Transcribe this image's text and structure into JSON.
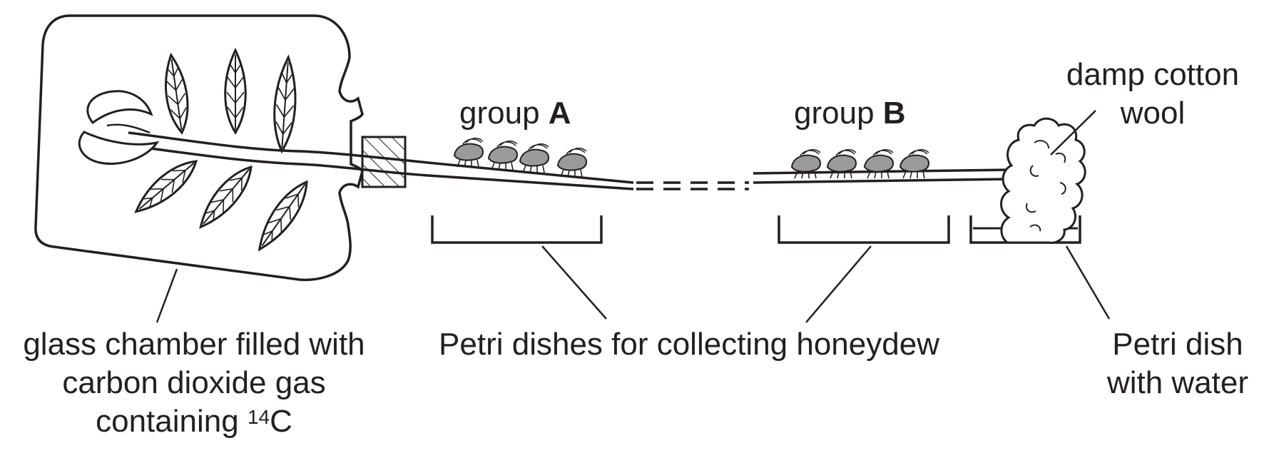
{
  "labels": {
    "group_a_prefix": "group",
    "group_a_letter": "A",
    "group_b_prefix": "group",
    "group_b_letter": "B",
    "cotton_line1": "damp cotton",
    "cotton_line2": "wool",
    "chamber_line1": "glass chamber filled with",
    "chamber_line2": "carbon dioxide gas",
    "chamber_line3_prefix": "containing ",
    "chamber_line3_sup": "14",
    "chamber_line3_suffix": "C",
    "petri_collect": "Petri dishes for collecting honeydew",
    "petri_water_line1": "Petri dish",
    "petri_water_line2": "with water"
  },
  "colors": {
    "stroke": "#231f20",
    "insect_fill": "#9a9a9a",
    "bung_fill": "#bdbdbd"
  }
}
